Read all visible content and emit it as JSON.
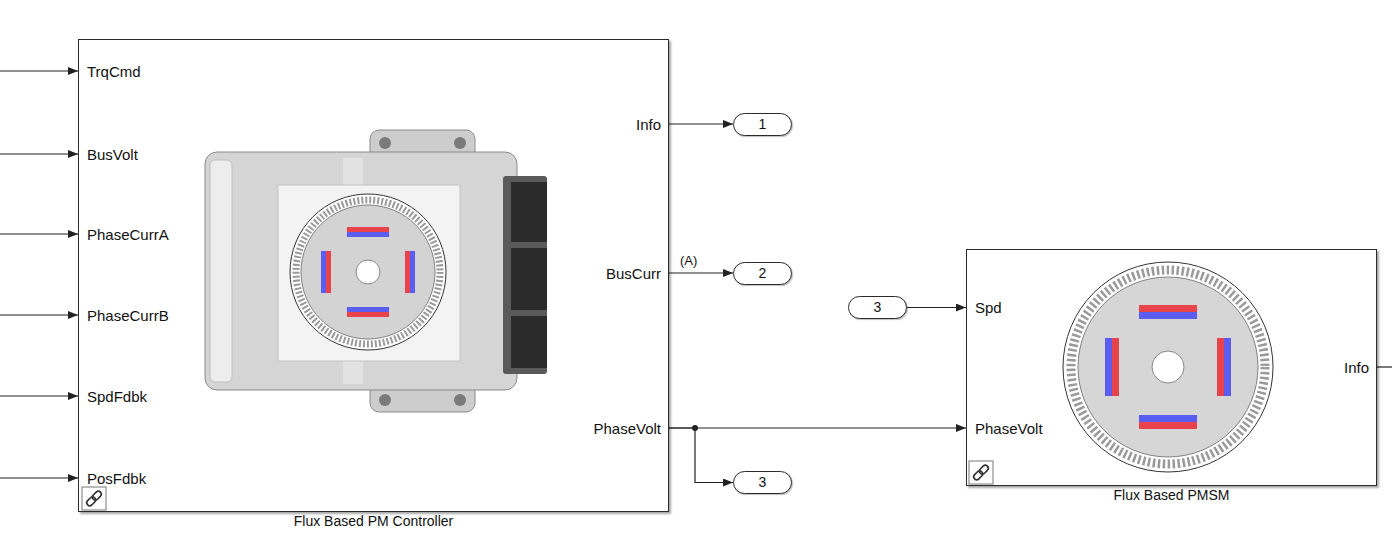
{
  "diagram": {
    "nodes": [
      {
        "text": [
          "TrqCmd",
          "BusVolt",
          "PhaseCurrA",
          "PhaseCurrB",
          "SpdFdbk",
          "PosFdbk",
          "Info",
          "BusCurr",
          "PhaseVolt",
          "Flux Based PM Controller"
        ]
      },
      {
        "text": [
          "1"
        ]
      },
      {
        "text": [
          "2"
        ]
      },
      {
        "text": [
          "3"
        ]
      },
      {
        "text": [
          "3"
        ]
      },
      {
        "text": [
          "Spd",
          "PhaseVolt",
          "Info",
          "Flux Based PMSM"
        ]
      }
    ],
    "edges": [
      {
        "from": 0,
        "to": 1,
        "arrow": "to"
      },
      {
        "from": 0,
        "to": 2,
        "label": "(A)",
        "arrow": "to"
      },
      {
        "from": 0,
        "to": 4,
        "arrow": "to"
      },
      {
        "from": 0,
        "to": 5,
        "arrow": "to"
      },
      {
        "from": 3,
        "to": 5,
        "arrow": "to"
      }
    ]
  }
}
